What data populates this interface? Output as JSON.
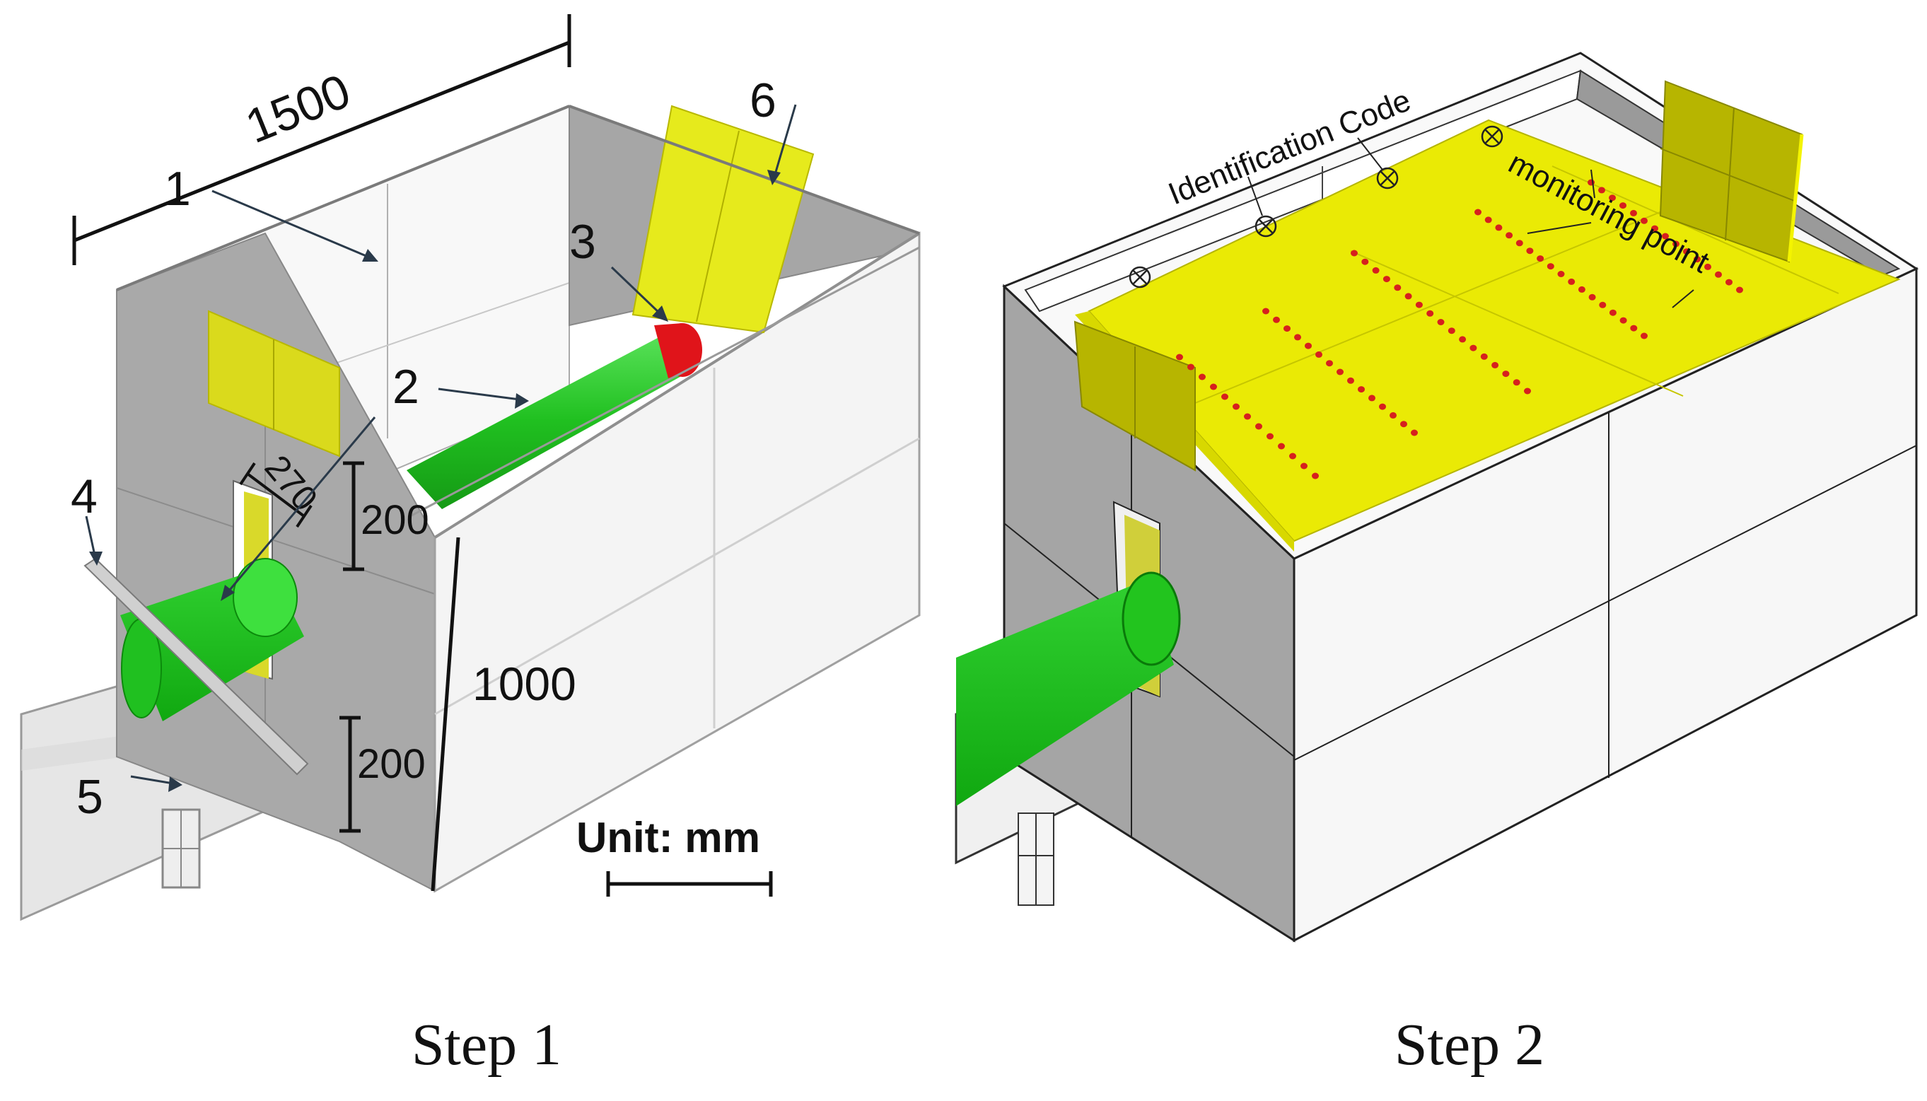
{
  "step1": {
    "caption": "Step 1",
    "dimensions": {
      "length": "1500",
      "height": "1000",
      "opening_width": "270",
      "upper_gap": "200",
      "lower_gap": "200"
    },
    "unit_label": "Unit: mm",
    "markers": [
      "1",
      "2",
      "3",
      "4",
      "5",
      "6"
    ],
    "colors": {
      "wall": "#a9a9a9",
      "panel": "#e2e600",
      "tube": "#22c41e",
      "plug": "#e0141a"
    }
  },
  "step2": {
    "caption": "Step 2",
    "labels": {
      "identification_code": "Identification Code",
      "monitoring_point": "monitoring point"
    },
    "colors": {
      "floor": "#eaea05",
      "point": "#d6201e"
    }
  }
}
